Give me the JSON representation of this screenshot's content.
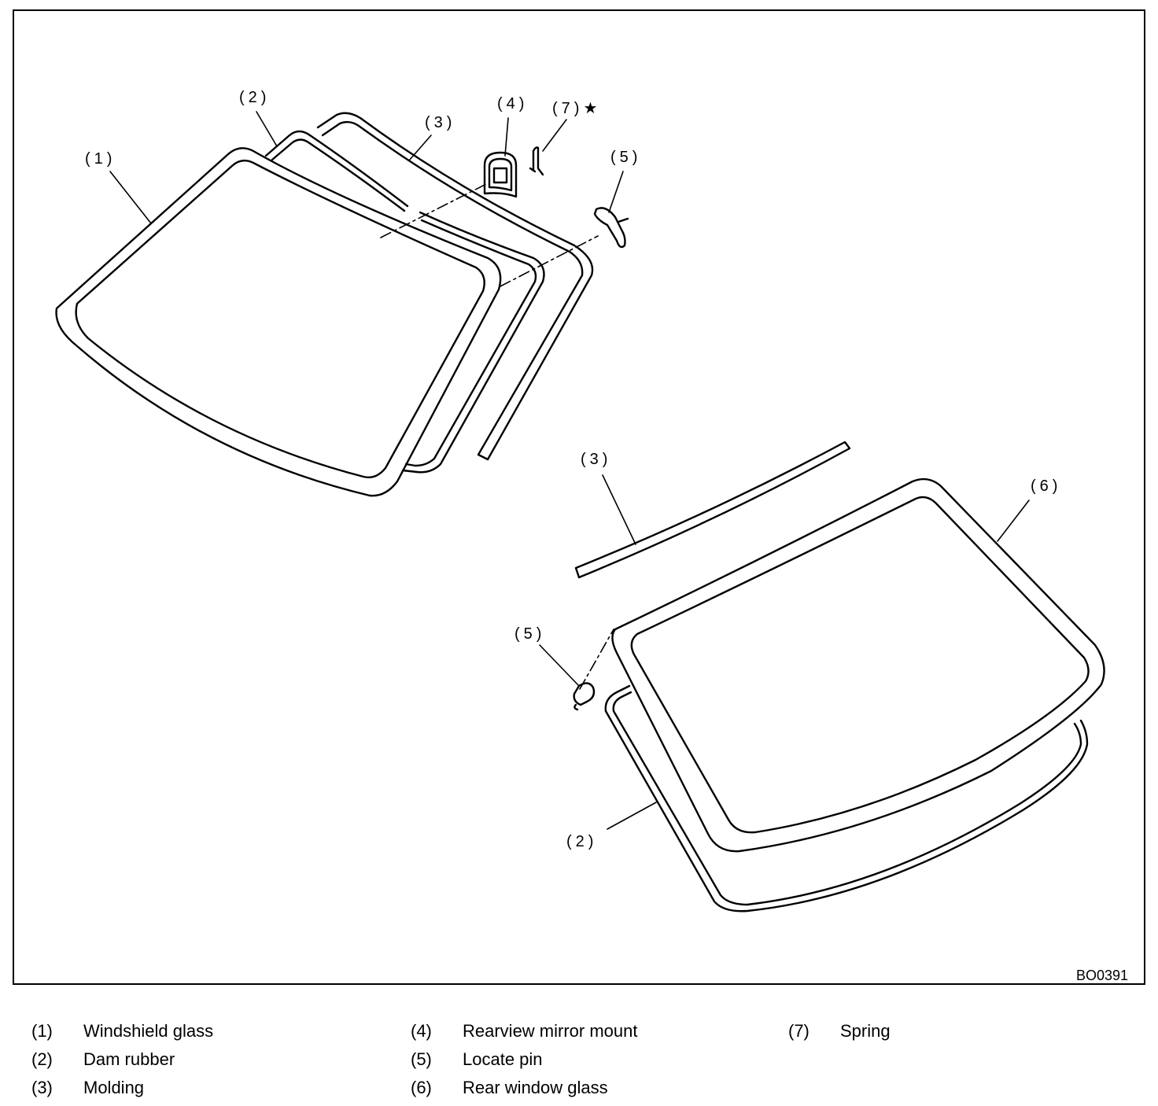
{
  "diagram": {
    "callouts": {
      "c1": "(1)",
      "c2_top": "(2)",
      "c3_top": "(3)",
      "c4": "(4)",
      "c7": "(7)★",
      "c5_top": "(5)",
      "c3_bottom": "(3)",
      "c6": "(6)",
      "c5_bottom": "(5)",
      "c2_bottom": "(2)"
    },
    "figure_code": "BO0391"
  },
  "legend": [
    {
      "num": "(1)",
      "text": "Windshield glass"
    },
    {
      "num": "(2)",
      "text": "Dam rubber"
    },
    {
      "num": "(3)",
      "text": "Molding"
    },
    {
      "num": "(4)",
      "text": "Rearview mirror mount"
    },
    {
      "num": "(5)",
      "text": "Locate pin"
    },
    {
      "num": "(6)",
      "text": "Rear window glass"
    },
    {
      "num": "(7)",
      "text": "Spring"
    }
  ]
}
